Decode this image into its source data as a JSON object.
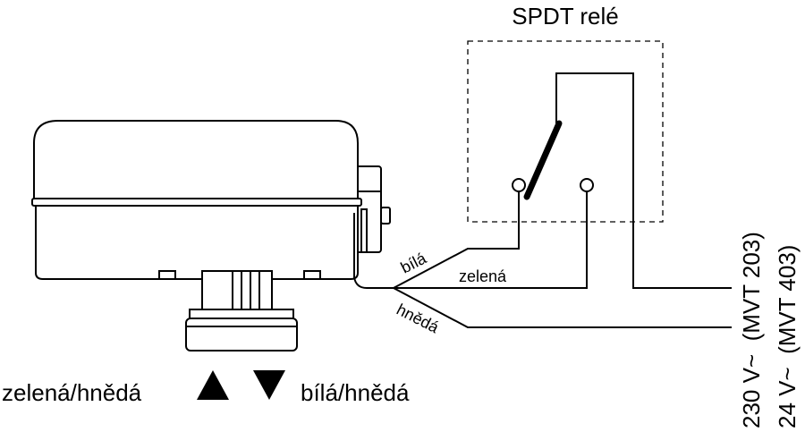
{
  "relay": {
    "title": "SPDT relé"
  },
  "wires": {
    "white": "bílá",
    "green": "zelená",
    "brown": "hnědá"
  },
  "direction": {
    "up_label": "zelená/hnědá",
    "down_label": "bílá/hnědá"
  },
  "supply": {
    "line1": "230 V~  (MVT 203)",
    "line2": "24 V~  (MVT 403)"
  }
}
